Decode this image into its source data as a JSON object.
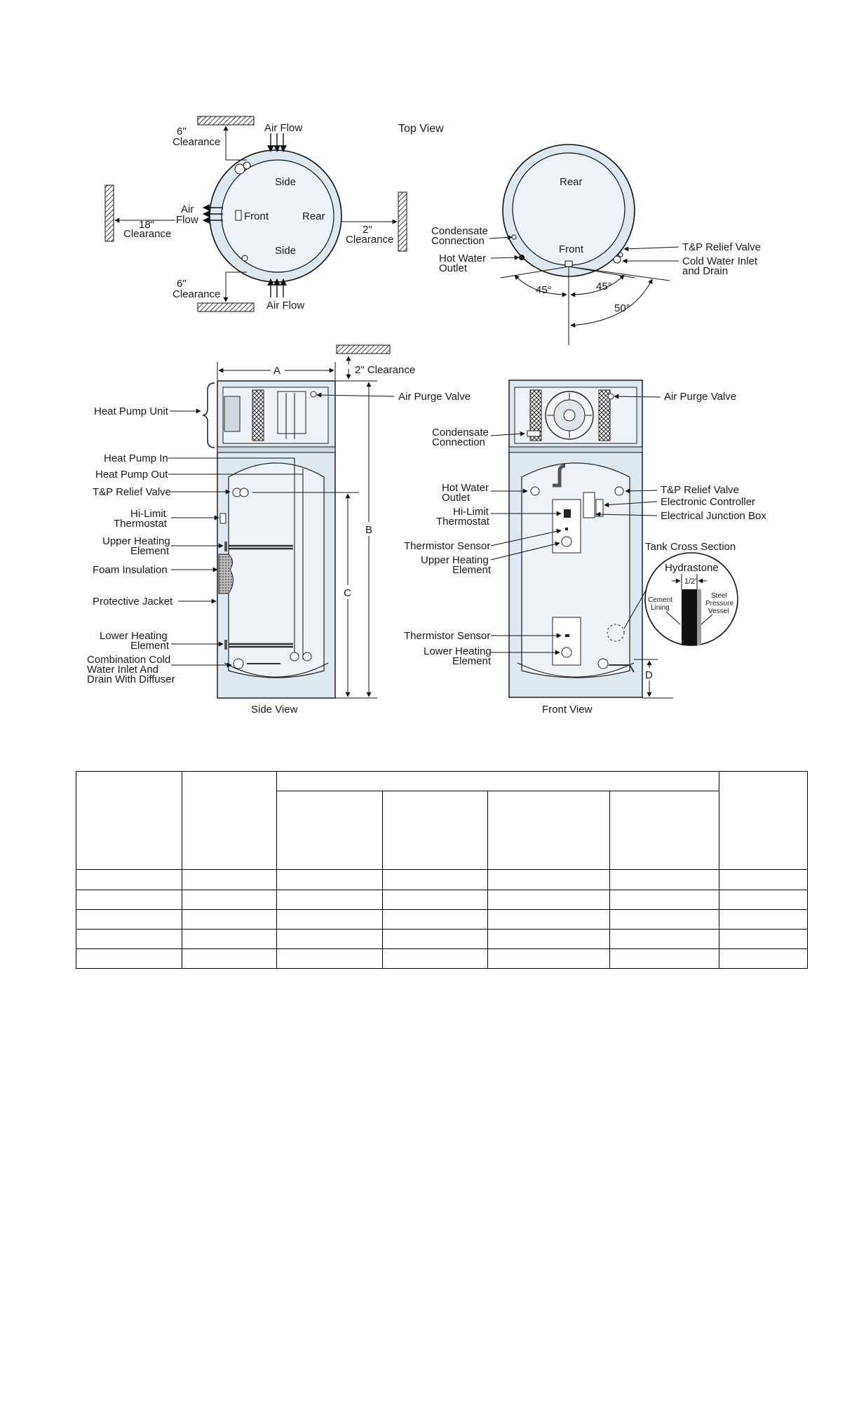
{
  "top_view": {
    "title": "Top View",
    "left": {
      "air_flow_top": "Air Flow",
      "air_flow_bottom": "Air Flow",
      "air_flow_left": [
        "Air",
        "Flow"
      ],
      "clearance_top": [
        "6\"",
        "Clearance"
      ],
      "clearance_bottom": [
        "6\"",
        "Clearance"
      ],
      "clearance_left": [
        "18\"",
        "Clearance"
      ],
      "clearance_right": [
        "2\"",
        "Clearance"
      ],
      "side_top": "Side",
      "side_bottom": "Side",
      "front": "Front",
      "rear": "Rear"
    },
    "right": {
      "rear": "Rear",
      "front": "Front",
      "condensate": [
        "Condensate",
        "Connection"
      ],
      "hot_water": [
        "Hot Water",
        "Outlet"
      ],
      "tp_valve": "T&P  Relief Valve",
      "cold_water": [
        "Cold Water Inlet",
        "and Drain"
      ],
      "angle_left": "45°",
      "angle_right": "45°",
      "angle_bottom": "50°"
    }
  },
  "side_view": {
    "caption": "Side View",
    "dim_a": "A",
    "dim_b": "B",
    "dim_c": "C",
    "top_clearance": "2\" Clearance",
    "labels": {
      "air_purge_valve": "Air Purge Valve",
      "heat_pump_unit": "Heat Pump Unit",
      "heat_pump_in": "Heat Pump In",
      "heat_pump_out": "Heat Pump Out",
      "tp_relief_valve": "T&P Relief Valve",
      "hi_limit": [
        "Hi-Limit",
        "Thermostat"
      ],
      "upper_heating": [
        "Upper Heating",
        "Element"
      ],
      "foam_insulation": "Foam Insulation",
      "protective_jacket": "Protective Jacket",
      "lower_heating": [
        "Lower Heating",
        "Element"
      ],
      "cold_water": [
        "Combination Cold",
        "Water Inlet And",
        "Drain With Diffuser"
      ]
    }
  },
  "front_view": {
    "caption": "Front View",
    "dim_d": "D",
    "labels": {
      "air_purge_valve": "Air Purge Valve",
      "condensate": [
        "Condensate",
        "Connection"
      ],
      "hot_water": [
        "Hot Water",
        "Outlet"
      ],
      "hi_limit": [
        "Hi-Limit",
        "Thermostat"
      ],
      "thermistor_upper": "Thermistor Sensor",
      "upper_heating": [
        "Upper Heating",
        "Element"
      ],
      "thermistor_lower": "Thermistor Sensor",
      "lower_heating": [
        "Lower Heating",
        "Element"
      ],
      "tp_relief_valve": "T&P  Relief Valve",
      "electronic_controller": "Electronic Controller",
      "junction_box": "Electrical Junction Box"
    }
  },
  "cross_section": {
    "title": "Tank Cross Section",
    "hydrastone": "Hydrastone",
    "half_inch": "1/2\"",
    "cement": [
      "Cement",
      "Lining"
    ],
    "steel": [
      "Steel",
      "Pressure",
      "Vessel"
    ]
  },
  "colors": {
    "unit_fill": "#dde8f1",
    "tank_fill": "#eef3f8",
    "line": "#111111"
  }
}
